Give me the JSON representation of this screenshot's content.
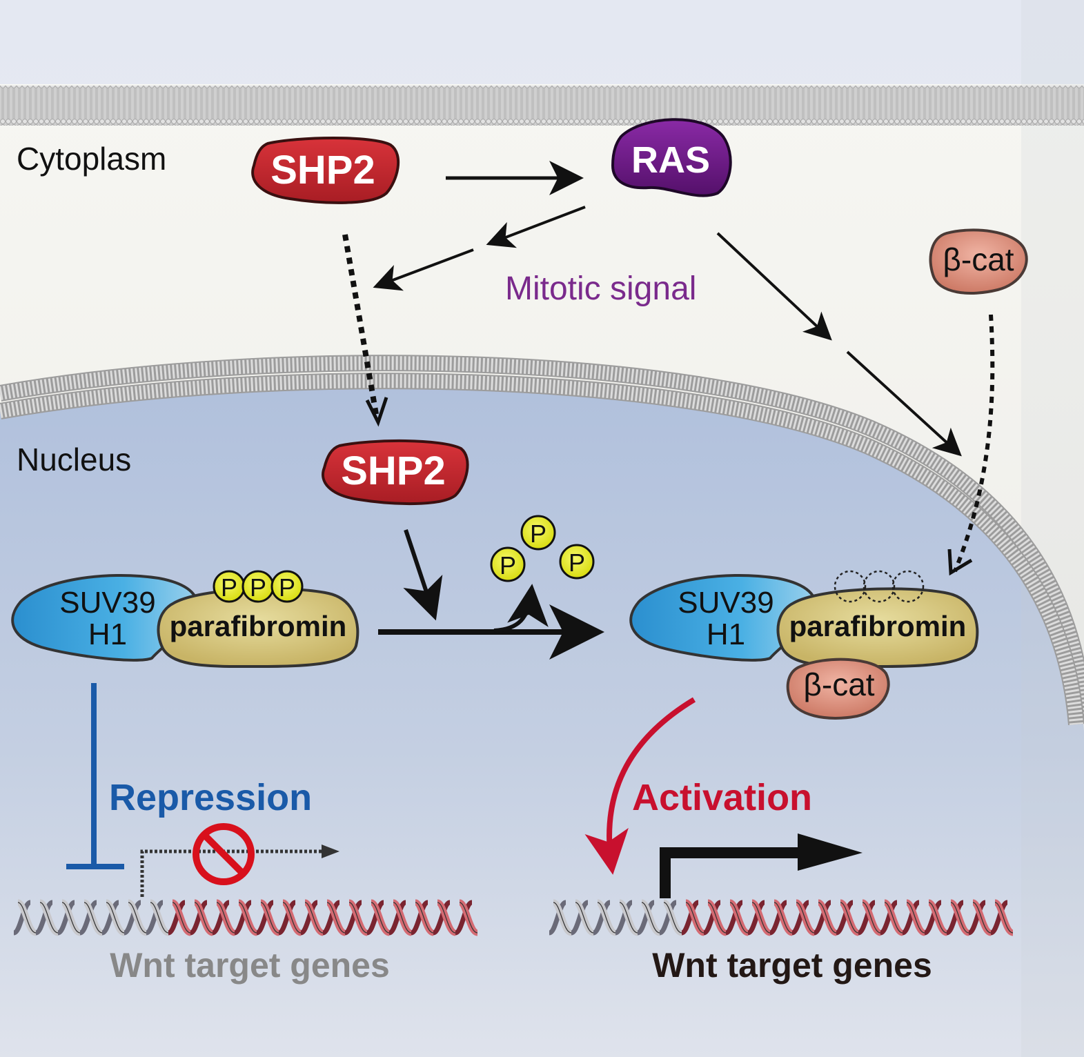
{
  "compartments": {
    "cytoplasm": "Cytoplasm",
    "nucleus": "Nucleus"
  },
  "proteins": {
    "shp2_cytoplasm": "SHP2",
    "shp2_nucleus": "SHP2",
    "ras": "RAS",
    "bcat_cytoplasm": "β-cat",
    "bcat_complex": "β-cat",
    "suv39_left_line1": "SUV39",
    "suv39_left_line2": "H1",
    "suv39_right_line1": "SUV39",
    "suv39_right_line2": "H1",
    "parafibromin_left": "parafibromin",
    "parafibromin_right": "parafibromin"
  },
  "phospho": {
    "symbol": "P",
    "bound_count": 3,
    "released_count": 3
  },
  "labels": {
    "mitotic_signal": "Mitotic signal",
    "repression": "Repression",
    "activation": "Activation",
    "wnt_left": "Wnt target genes",
    "wnt_right": "Wnt target genes"
  },
  "colors": {
    "shp2": "#c4262e",
    "ras": "#6a1a86",
    "bcat": "#dc8a76",
    "suv39": "#3aa0d8",
    "parafibromin": "#d4c27a",
    "phospho": "#eef020",
    "mitotic_signal": "#7a2a8c",
    "repression": "#1a5aa8",
    "activation": "#c8102e",
    "wnt_left": "#888888",
    "wnt_right": "#231815",
    "nucleus": "#b4c4de",
    "cytoplasm": "#f4f3ef"
  }
}
